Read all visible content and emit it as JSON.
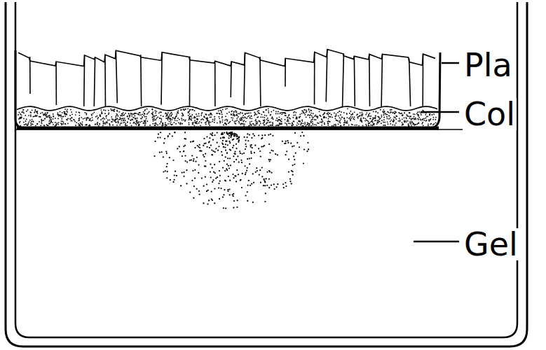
{
  "diagram": {
    "labels": [
      "Pla",
      "Col",
      "Gel"
    ]
  }
}
